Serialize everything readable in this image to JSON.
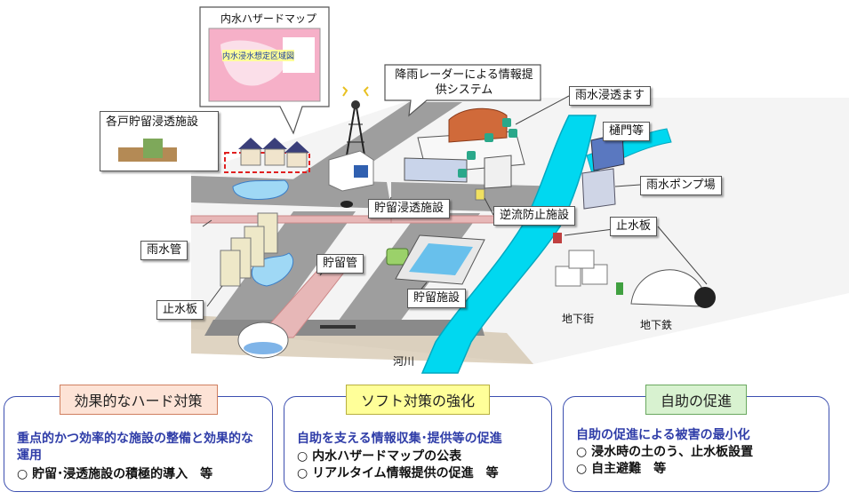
{
  "scene": {
    "hazard_map_callout": "内水ハザードマップ",
    "hazard_map_title": "内水浸水想定区域図",
    "radar_callout": "降雨レーダーによる情報提供システム",
    "labels": {
      "individual_storage": "各戸貯留浸透施設",
      "rain_infiltration_basin": "雨水浸透ます",
      "sluice_gate": "樋門等",
      "pump_station": "雨水ポンプ場",
      "storage_infiltration_facility": "貯留浸透施設",
      "backflow_prevention": "逆流防止施設",
      "stop_plate_right": "止水板",
      "rain_pipe": "雨水管",
      "storage_pipe": "貯留管",
      "stop_plate_left": "止水板",
      "storage_facility": "貯留施設",
      "underground_mall": "地下街",
      "subway": "地下鉄",
      "river": "河川"
    }
  },
  "panels": [
    {
      "title": "効果的なハード対策",
      "title_bg": "#fde3d6",
      "title_border": "#d08060",
      "heading": "重点的かつ効率的な施設の整備と効果的な運用",
      "items": [
        "○ 貯留･浸透施設の積極的導入　等"
      ]
    },
    {
      "title": "ソフト対策の強化",
      "title_bg": "#ffff99",
      "title_border": "#b8b040",
      "heading": "自助を支える情報収集･提供等の促進",
      "items": [
        "○ 内水ハザードマップの公表",
        "○ リアルタイム情報提供の促進　等"
      ]
    },
    {
      "title": "自助の促進",
      "title_bg": "#d8f2d0",
      "title_border": "#6aa860",
      "heading": "自助の促進による被害の最小化",
      "items": [
        "○ 浸水時の土のう、止水板設置",
        "○ 自主避難　等"
      ]
    }
  ]
}
